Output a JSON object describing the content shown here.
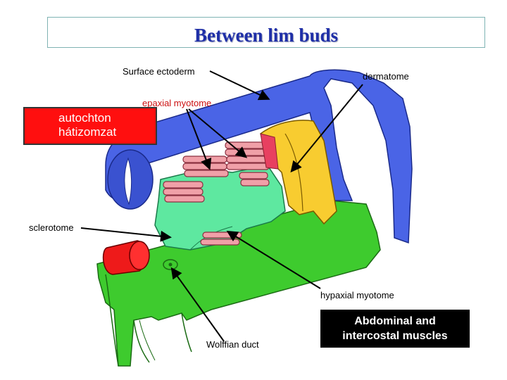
{
  "title": "Between lim buds",
  "labels": {
    "surface_ectoderm": "Surface ectoderm",
    "dermatome": "dermatome",
    "epaxial_myotome": "epaxial myotome",
    "autochton_line1": "autochton",
    "autochton_line2": "hátizomzat",
    "sclerotome": "sclerotome",
    "hypaxial_myotome": "hypaxial myotome",
    "wolffian_duct": "Wolffian duct",
    "abdominal_line1": "Abdominal and",
    "abdominal_line2": "intercostal muscles"
  },
  "colors": {
    "title": "#1f2fa8",
    "ectoderm_blue": "#4a64e6",
    "mesoderm_green": "#3ecb2e",
    "sclerotome_teal": "#5ee8a0",
    "myotome_pink": "#f0a0a8",
    "dermatome_yellow": "#f8cc30",
    "notochord_red": "#ee1a1a"
  }
}
